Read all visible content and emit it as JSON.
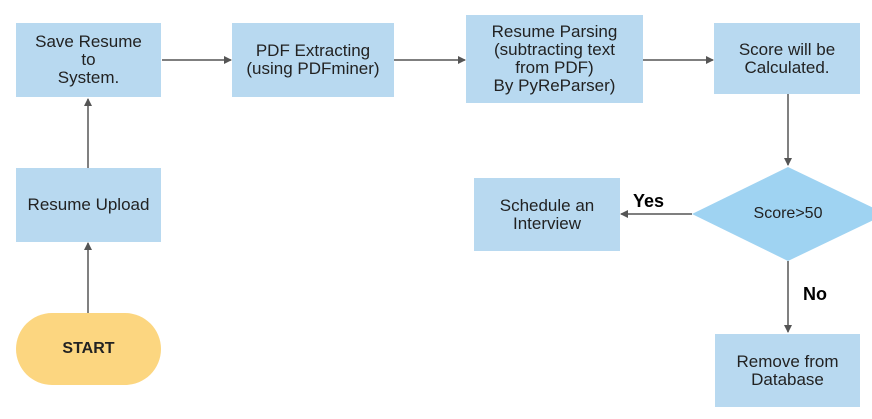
{
  "nodes": {
    "start": "START",
    "upload": "Resume Upload",
    "save": "Save Resume\nto\nSystem.",
    "pdf_extract": "PDF Extracting\n(using PDFminer)",
    "parsing": "Resume Parsing\n(subtracting text\nfrom PDF)\nBy PyReParser)",
    "score_calc": "Score will be\nCalculated.",
    "decision": "Score>50",
    "interview": "Schedule an\nInterview",
    "remove": "Remove from\nDatabase"
  },
  "edges": {
    "yes": "Yes",
    "no": "No"
  },
  "colors": {
    "box": "#b8d9f0",
    "start": "#fcd680",
    "decision": "#9fd3f2",
    "arrow": "#555555"
  }
}
